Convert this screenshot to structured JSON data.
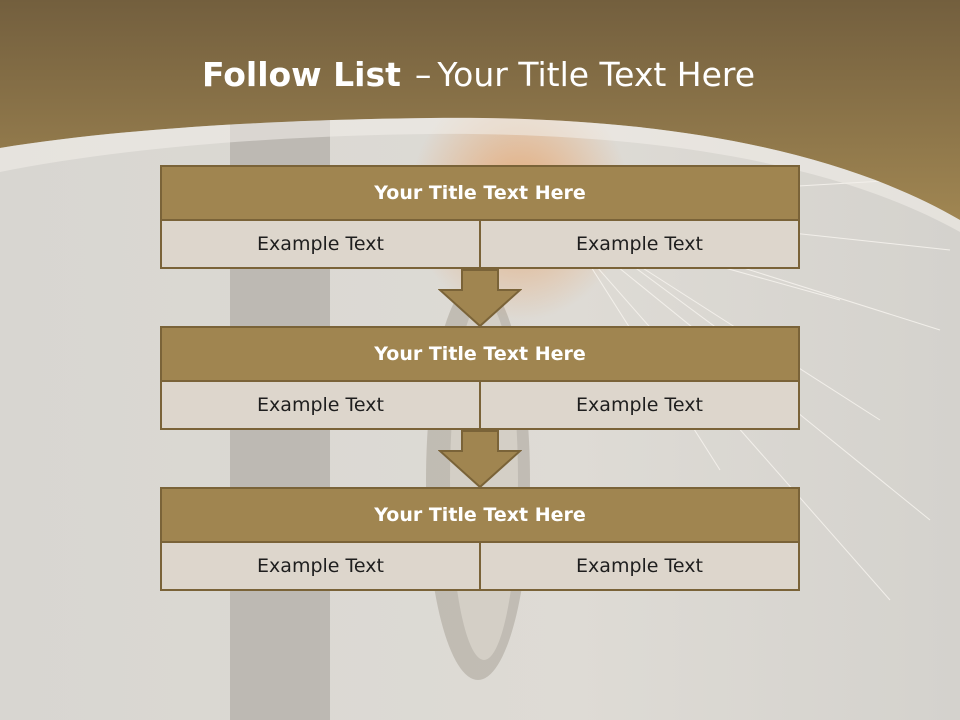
{
  "slide": {
    "title_bold": "Follow List",
    "title_separator": "–",
    "title_rest": "Your Title Text Here"
  },
  "blocks": [
    {
      "title": "Your Title Text Here",
      "cells": [
        "Example Text",
        "Example Text"
      ]
    },
    {
      "title": "Your Title Text Here",
      "cells": [
        "Example Text",
        "Example Text"
      ]
    },
    {
      "title": "Your Title Text Here",
      "cells": [
        "Example Text",
        "Example Text"
      ]
    }
  ],
  "colors": {
    "header_band": "#7a6742",
    "block_title_fill": "#a08550",
    "block_cell_fill": "#ddd6cc",
    "border": "#7a6338",
    "title_text": "#ffffff"
  }
}
